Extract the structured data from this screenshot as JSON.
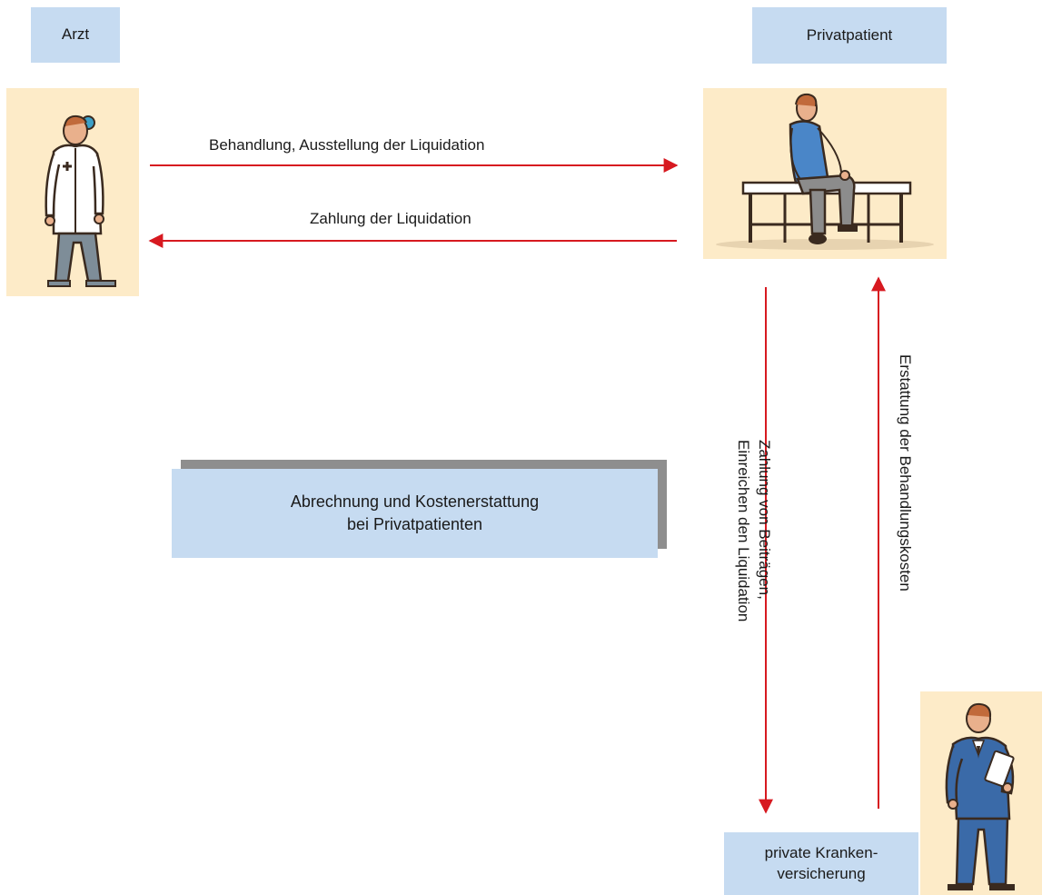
{
  "actors": {
    "arzt": "Arzt",
    "patient": "Privatpatient",
    "versicherung_line1": "private Kranken-",
    "versicherung_line2": "versicherung"
  },
  "flows": {
    "behandlung": "Behandlung, Ausstellung der Liquidation",
    "zahlung": "Zahlung der Liquidation",
    "erstattung": "Erstattung der Behandlungskosten",
    "beitraege_line1": "Zahlung von Beiträgen,",
    "beitraege_line2": "Einreichen den Liquidation"
  },
  "title": {
    "line1": "Abrechnung und Kostenerstattung",
    "line2": "bei Privatpatienten"
  },
  "colors": {
    "arrow": "#d71920",
    "label_box": "#c6dbf1",
    "illustration_bg": "#fdebc8"
  },
  "icons": [
    "doctor-illustration",
    "patient-illustration",
    "insurance-agent-illustration"
  ]
}
